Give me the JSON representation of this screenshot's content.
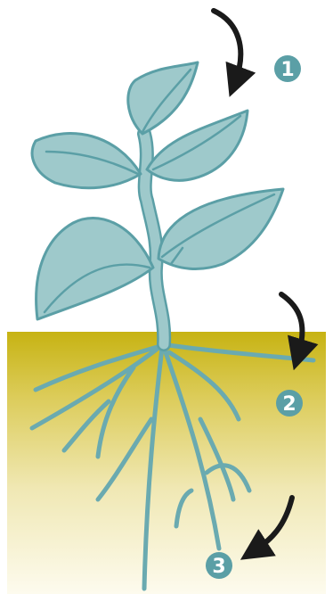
{
  "colors": {
    "plant_fill": "#9ec9cb",
    "plant_stroke": "#5b9fa6",
    "vein": "#5b9fa6",
    "root": "#6aaab0",
    "soil_top": "#c7b313",
    "soil_bottom": "#fdfbee",
    "arrow": "#1a1a1a",
    "badge_fill": "#5b9fa6",
    "badge_text": "#ffffff"
  },
  "markers": [
    {
      "label": "1",
      "icon": "downward-curved-arrow-icon"
    },
    {
      "label": "2",
      "icon": "downward-curved-arrow-icon"
    },
    {
      "label": "3",
      "icon": "downward-curved-arrow-icon"
    }
  ]
}
